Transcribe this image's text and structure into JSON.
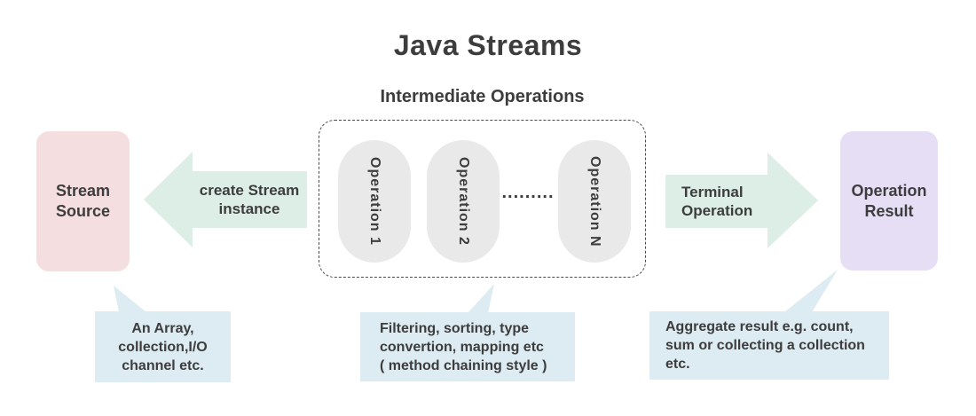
{
  "title": "Java Streams",
  "colors": {
    "pink": "#f5dee0",
    "mint": "#ddeee6",
    "purple": "#e5def4",
    "blue": "#ddebf2",
    "pill": "#e9e9e9",
    "dash": "#4a4a4a",
    "text": "#3d3d3d"
  },
  "stream_source": {
    "label": "Stream\nSource"
  },
  "create_arrow": {
    "label": "create Stream\ninstance"
  },
  "intermediate": {
    "label": "Intermediate Operations",
    "operations": [
      "Operation 1",
      "Operation 2",
      "Operation N"
    ],
    "ellipsis": "........."
  },
  "terminal_arrow": {
    "label": "Terminal\nOperation"
  },
  "operation_result": {
    "label": "Operation\nResult"
  },
  "callouts": {
    "source": "An Array,\ncollection,I/O\nchannel etc.",
    "intermediate": "Filtering, sorting, type\nconvertion, mapping etc\n( method chaining style )",
    "result": "Aggregate result e.g. count,\nsum or collecting a collection\netc."
  }
}
